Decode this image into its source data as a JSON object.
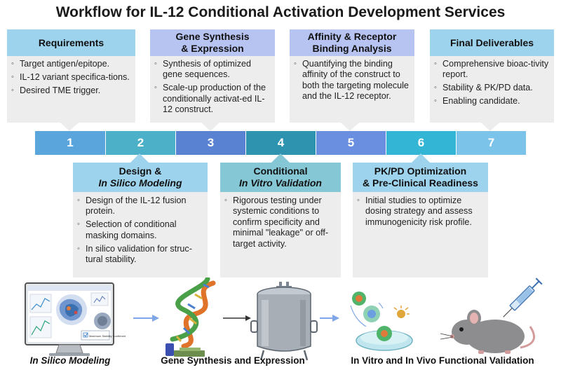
{
  "title": "Workflow for IL-12 Conditional Activation Development Services",
  "steps": [
    {
      "number": "1",
      "header": [
        "Requirements"
      ],
      "bullets": [
        "Target antigen/epitope.",
        "IL-12 variant specifica-tions.",
        "Desired TME trigger."
      ],
      "color": "#5aa6dc"
    },
    {
      "number": "2",
      "header": [
        "Design &",
        "In Silico Modeling"
      ],
      "bullets": [
        "Design of the IL-12 fusion protein.",
        "Selection of conditional masking domains.",
        "In silico validation for struc-tural stability."
      ],
      "color": "#4bb0c8"
    },
    {
      "number": "3",
      "header": [
        "Gene Synthesis",
        "& Expression"
      ],
      "bullets": [
        "Synthesis of optimized gene sequences.",
        "Scale-up production of the conditionally activat-ed IL-12 construct."
      ],
      "color": "#5a82d2"
    },
    {
      "number": "4",
      "header": [
        "Conditional",
        "In Vitro Validation"
      ],
      "bullets": [
        "Rigorous testing under systemic conditions to confirm specificity and minimal \"leakage\" or off-target activity."
      ],
      "color": "#2d93ae"
    },
    {
      "number": "5",
      "header": [
        "Affinity & Receptor",
        "Binding Analysis"
      ],
      "bullets": [
        "Quantifying the binding affinity of the construct to both the targeting molecule and the IL-12 receptor."
      ],
      "color": "#6a8fe0"
    },
    {
      "number": "6",
      "header": [
        "PK/PD Optimization",
        "& Pre-Clinical Readiness"
      ],
      "bullets": [
        "Initial studies to optimize dosing strategy and assess immunogenicity risk profile."
      ],
      "color": "#33b6d6"
    },
    {
      "number": "7",
      "header": [
        "Final Deliverables"
      ],
      "bullets": [
        "Comprehensive bioac-tivity report.",
        "Stability & PK/PD data.",
        "Enabling candidate."
      ],
      "color": "#7cc3ea"
    }
  ],
  "header_colors": {
    "blue": "#9ed3ee",
    "lavender": "#b7c4f2",
    "teal": "#86c7d6"
  },
  "bottom": {
    "labels": [
      "In Silico Modeling",
      "Gene Synthesis and Expression",
      "In Vitro and In Vivo Functional Validation"
    ],
    "monitor_caption": "Maximum Stability Confirmed",
    "icons": [
      "computer-monitor-icon",
      "dna-helix-icon",
      "bioreactor-vessel-icon",
      "petri-dish-cells-icon",
      "mouse-icon",
      "syringe-icon"
    ]
  }
}
